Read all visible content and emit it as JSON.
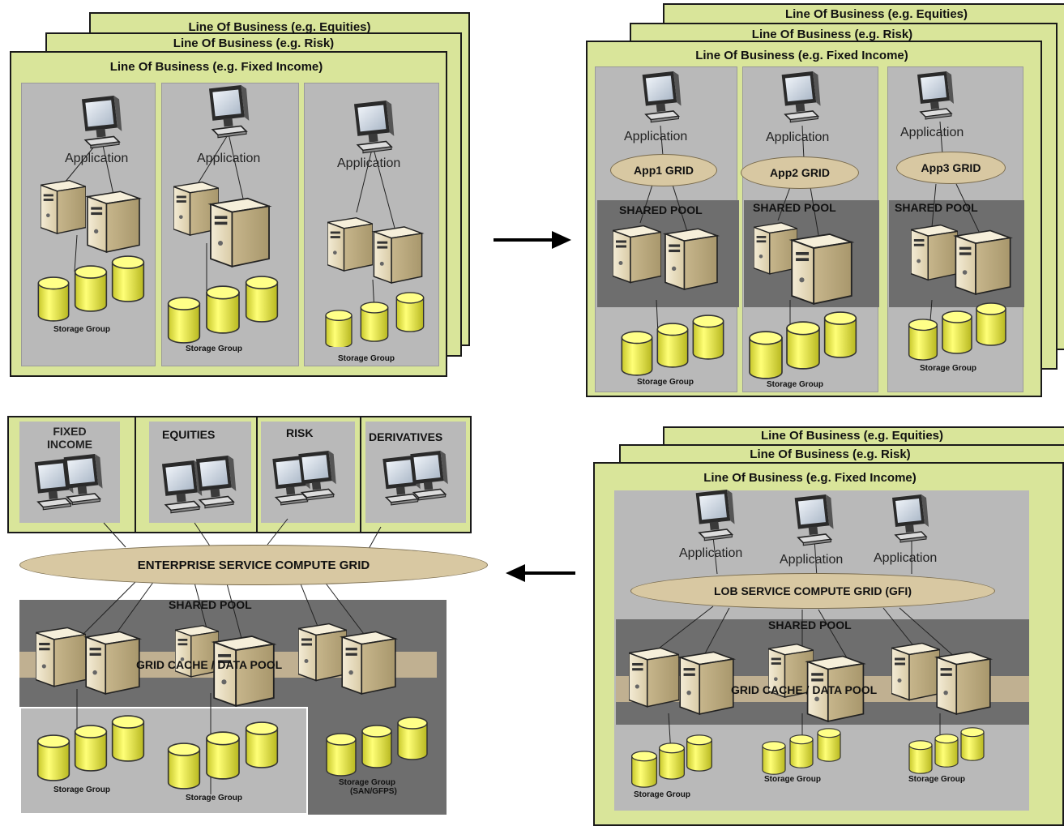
{
  "q1": {
    "headers": [
      "Line Of Business (e.g. Equities)",
      "Line Of Business (e.g. Risk)",
      "Line Of Business (e.g. Fixed Income)"
    ],
    "columns": [
      {
        "app": "Application",
        "storage": "Storage Group"
      },
      {
        "app": "Application",
        "storage": "Storage Group"
      },
      {
        "app": "Application",
        "storage": "Storage Group"
      }
    ]
  },
  "q2": {
    "headers": [
      "Line Of Business (e.g. Equities)",
      "Line Of Business (e.g. Risk)",
      "Line Of Business (e.g. Fixed Income)"
    ],
    "columns": [
      {
        "app": "Application",
        "grid": "App1 GRID",
        "pool": "SHARED POOL",
        "storage": "Storage Group"
      },
      {
        "app": "Application",
        "grid": "App2 GRID",
        "pool": "SHARED POOL",
        "storage": "Storage Group"
      },
      {
        "app": "Application",
        "grid": "App3 GRID",
        "pool": "SHARED POOL",
        "storage": "Storage Group"
      }
    ]
  },
  "q3": {
    "tiles": [
      "FIXED INCOME",
      "EQUITIES",
      "RISK",
      "DERIVATIVES"
    ],
    "grid": "ENTERPRISE SERVICE COMPUTE GRID",
    "pool": "SHARED POOL",
    "cache": "GRID CACHE / DATA POOL",
    "storage": [
      "Storage Group",
      "Storage Group"
    ],
    "san_line1": "Storage Group",
    "san_line2": "(SAN/GFPS)"
  },
  "q4": {
    "headers": [
      "Line Of Business (e.g. Equities)",
      "Line Of Business (e.g. Risk)",
      "Line Of Business (e.g. Fixed Income)"
    ],
    "apps": [
      "Application",
      "Application",
      "Application"
    ],
    "grid": "LOB SERVICE COMPUTE GRID (GFI)",
    "pool": "SHARED POOL",
    "cache": "GRID CACHE / DATA POOL",
    "storage": [
      "Storage Group",
      "Storage Group",
      "Storage Group"
    ]
  },
  "colors": {
    "frame": "#d9e59a",
    "column": "#b9b9b9",
    "pool": "#6e6e6e",
    "oval": "#d8c8a2",
    "cylinder": "#ffff66"
  }
}
